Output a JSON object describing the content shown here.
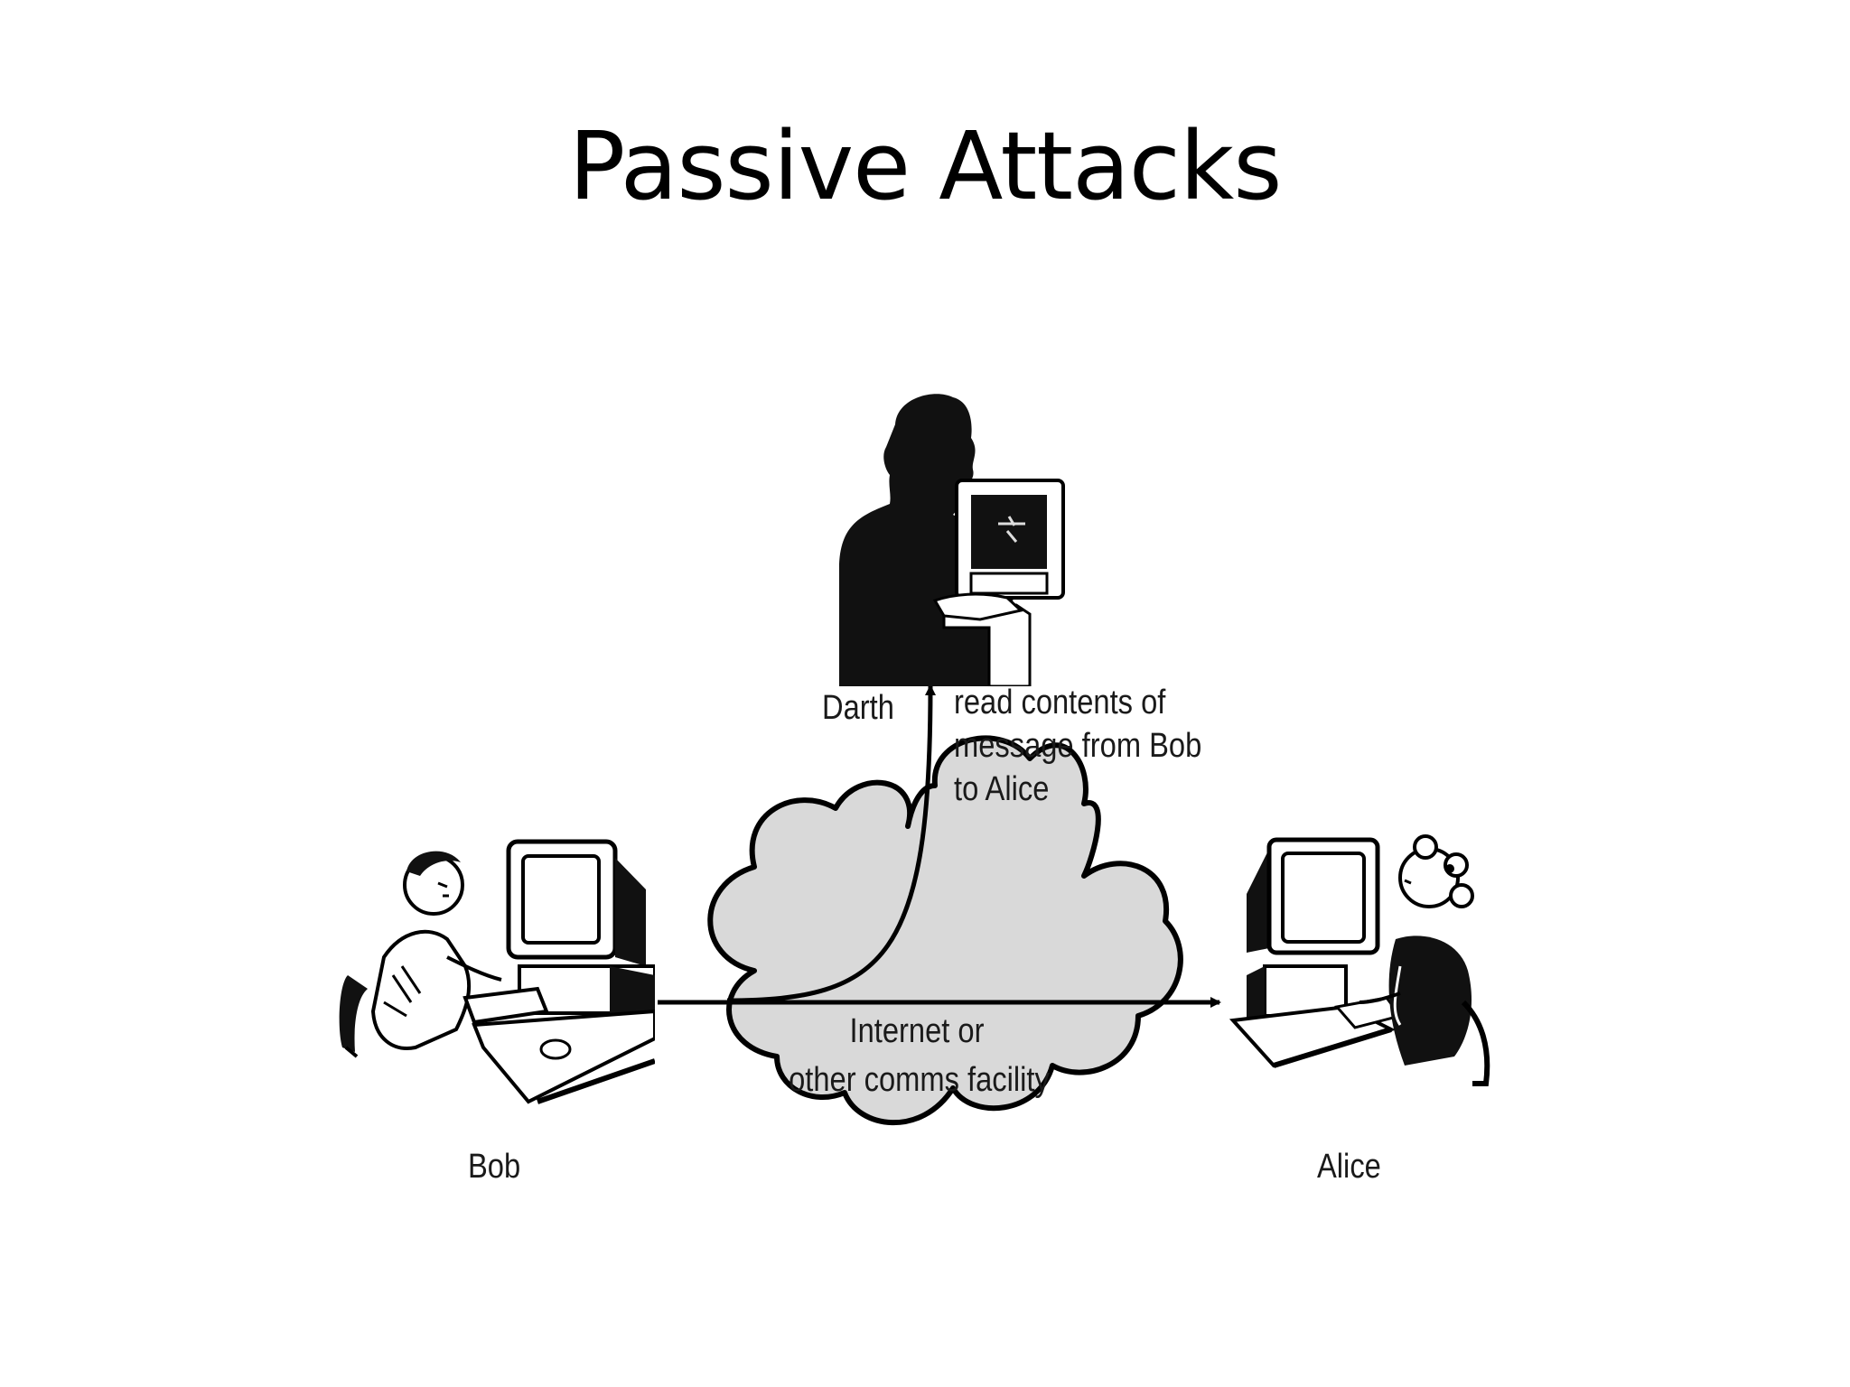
{
  "slide": {
    "title": "Passive Attacks"
  },
  "diagram": {
    "actors": {
      "darth": "Darth",
      "bob": "Bob",
      "alice": "Alice"
    },
    "intercept_note": {
      "line1": "read contents of",
      "line2": "message from Bob",
      "line3": "to Alice"
    },
    "network": {
      "line1": "Internet or",
      "line2": "other comms facility"
    },
    "icons": {
      "darth": "eavesdropper-at-computer-icon",
      "bob": "person-at-computer-icon",
      "alice": "person-at-computer-icon",
      "network": "cloud-icon"
    },
    "colors": {
      "cloud_fill": "#d9d9d9",
      "line": "#000000"
    }
  }
}
